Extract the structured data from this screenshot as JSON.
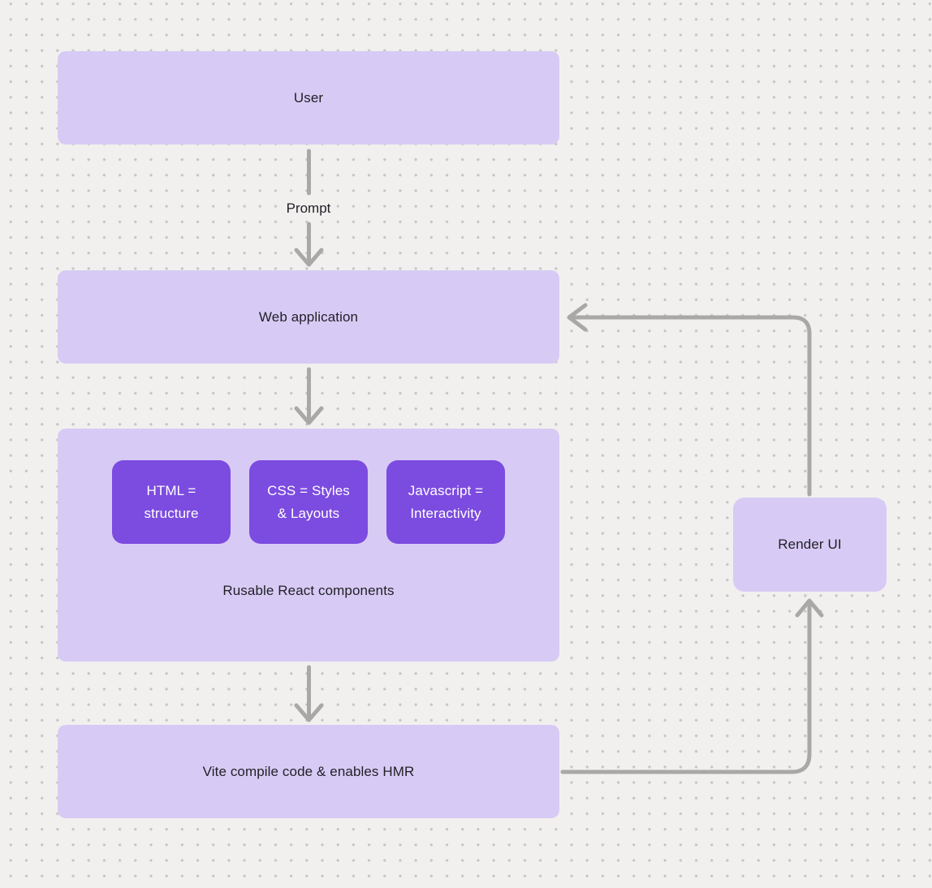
{
  "diagram": {
    "nodes": {
      "user": {
        "label": "User"
      },
      "web_application": {
        "label": "Web application"
      },
      "components_group": {
        "caption": "Rusable React components",
        "children": [
          {
            "label": "HTML = structure"
          },
          {
            "label": "CSS = Styles & Layouts"
          },
          {
            "label": "Javascript = Interactivity"
          }
        ]
      },
      "vite": {
        "label": "Vite compile code & enables HMR"
      },
      "render_ui": {
        "label": "Render UI"
      }
    },
    "edges": {
      "user_to_webapp_label": "Prompt"
    },
    "colors": {
      "canvas_bg": "#f1f0ee",
      "dot": "#c8c6c4",
      "node_fill_light": "#d7cbf5",
      "node_fill_accent": "#7c4be0",
      "connector": "#a9a8a7",
      "text_dark": "#211f26",
      "text_light": "#ffffff"
    }
  }
}
